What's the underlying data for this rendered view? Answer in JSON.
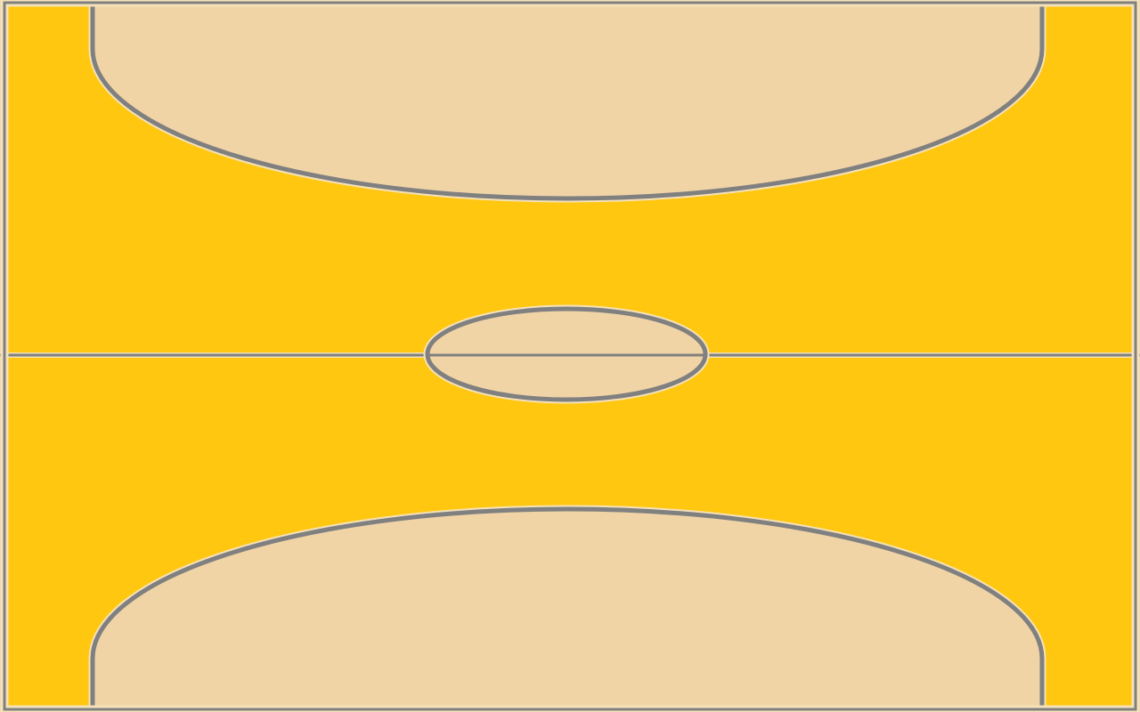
{
  "court": {
    "type": "basketball-court-top-view",
    "orientation": "vertical",
    "colors": {
      "floor": "#ffc70f",
      "key_zone": "#f0d4a6",
      "outer_background": "#f0d4a6",
      "line": "#808080",
      "line_halo": "#f5e2b8"
    },
    "elements": [
      "boundary",
      "top-three-point-zone",
      "bottom-three-point-zone",
      "center-circle",
      "half-court-line"
    ]
  }
}
